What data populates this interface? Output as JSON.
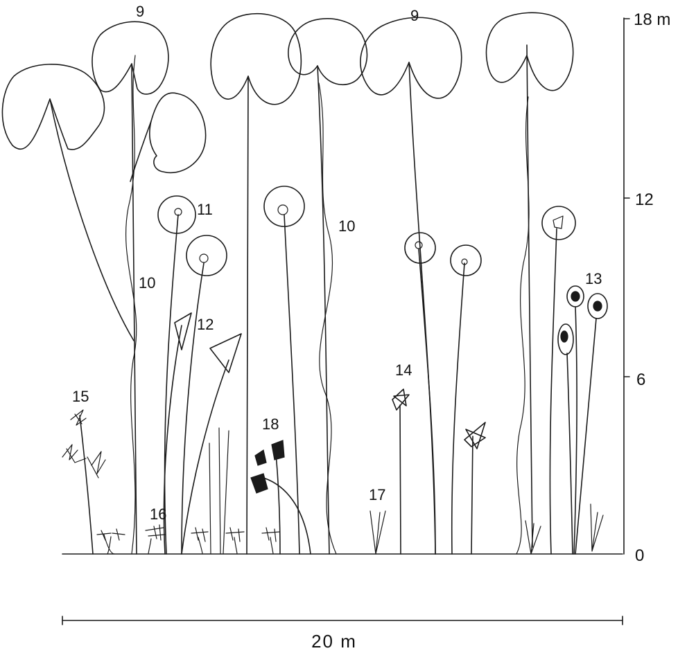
{
  "axis": {
    "ticks": [
      {
        "label": "18 m",
        "value": 18
      },
      {
        "label": "12",
        "value": 12
      },
      {
        "label": "6",
        "value": 6
      },
      {
        "label": "0",
        "value": 0
      }
    ]
  },
  "scale_bar": {
    "label": "20 m"
  },
  "species_labels": [
    "9",
    "9",
    "10",
    "10",
    "11",
    "12",
    "13",
    "14",
    "15",
    "16",
    "17",
    "18"
  ]
}
